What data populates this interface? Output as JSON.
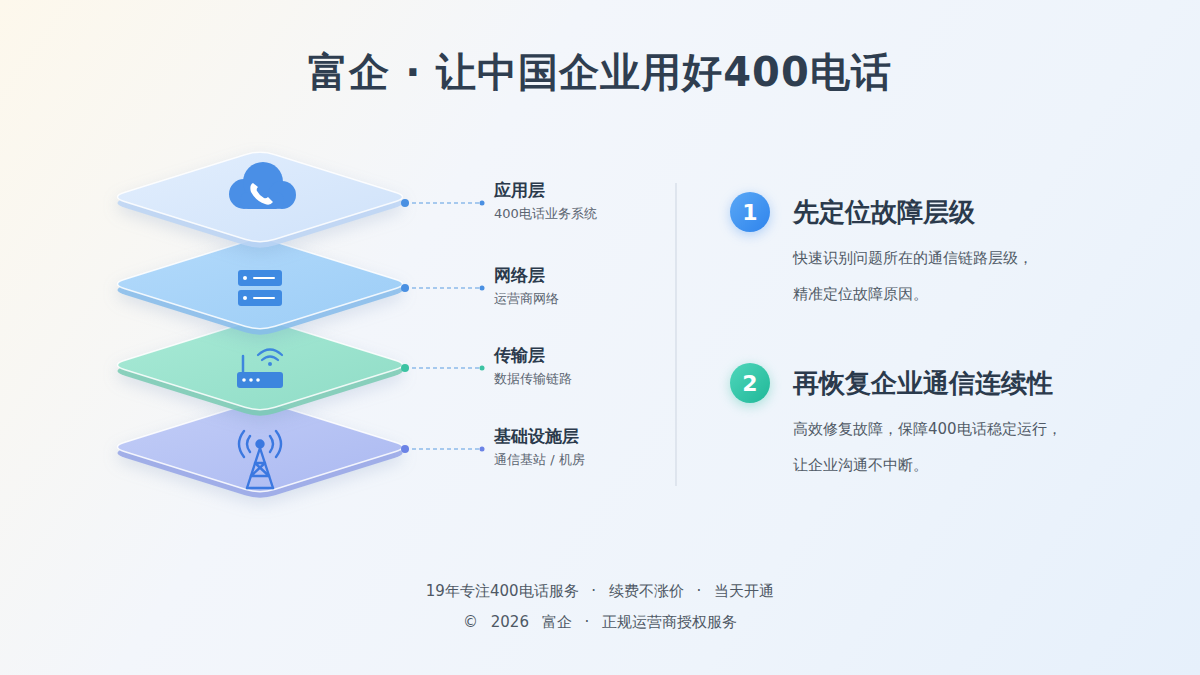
{
  "diagram": {
    "title": "富企 · 让中国企业用好400电话",
    "nodes": [
      {
        "text": [
          "应用层",
          "400电话业务系统"
        ]
      },
      {
        "text": [
          "网络层",
          "运营商网络"
        ]
      },
      {
        "text": [
          "传输层",
          "数据传输链路"
        ]
      },
      {
        "text": [
          "基础设施层",
          "通信基站 / 机房"
        ]
      },
      {
        "text": [
          "1"
        ]
      },
      {
        "text": [
          "2"
        ]
      }
    ],
    "labels": [
      "先定位故障层级",
      "快速识别问题所在的通信链路层级， 精准定位故障原因。",
      "再恢复企业通信连续性",
      "高效修复故障，保障400电话稳定运行， 让企业沟通不中断。",
      "19年专注400电话服务 · 续费不涨价 · 当天开通",
      "© 2026 富企 · 正规运营商授权服务"
    ]
  }
}
